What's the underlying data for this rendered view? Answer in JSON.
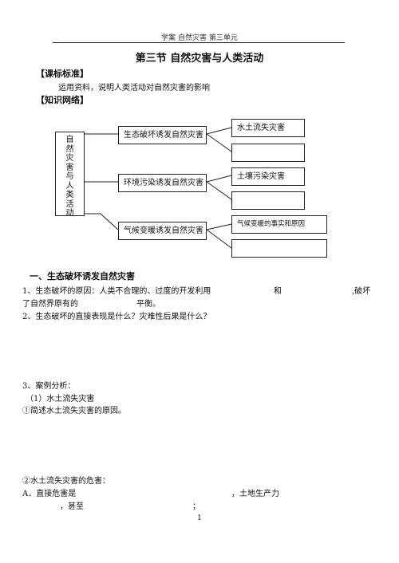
{
  "header": {
    "running_title": "学案  自然灾害  第三单元"
  },
  "title": "第三节    自然灾害与人类活动",
  "curriculum": {
    "heading": "【课标标准】",
    "text": "运用资料，说明人类活动对自然灾害的影响"
  },
  "network": {
    "heading": "【知识网络】",
    "root": "自然灾害与人类活动",
    "branches": [
      {
        "label": "生态破坏诱发自然灾害",
        "leaves": [
          "水土流失灾害",
          ""
        ]
      },
      {
        "label": "环境污染诱发自然灾害",
        "leaves": [
          "土壤污染灾害",
          ""
        ]
      },
      {
        "label": "气候变暖诱发自然灾害",
        "leaves": [
          "气候变暖的事实和原因",
          ""
        ]
      }
    ]
  },
  "section1": {
    "heading": "一、生态破坏诱发自然灾害",
    "q1_line1_a": "1、生态破坏的原因：人类不合理的、过度的开发利用",
    "q1_line1_b": "和",
    "q1_line1_c": ",破坏",
    "q1_line2_a": "了自然界原有的",
    "q1_line2_b": "平衡。",
    "q2": "2、生态破坏的直接表现是什么？灾难性后果是什么？",
    "q3": "3、案例分析：",
    "case1": "（1）水土流失灾害",
    "case1_q1": "①简述水土流失灾害的原因。",
    "case1_q2": "②水土流失灾害的危害：",
    "item_a_label": "A．直接危害是",
    "item_a_mid": "，土地生产力",
    "item_a_line2": "，甚至",
    "item_a_end": "；"
  },
  "footer": {
    "page_number": "1"
  }
}
